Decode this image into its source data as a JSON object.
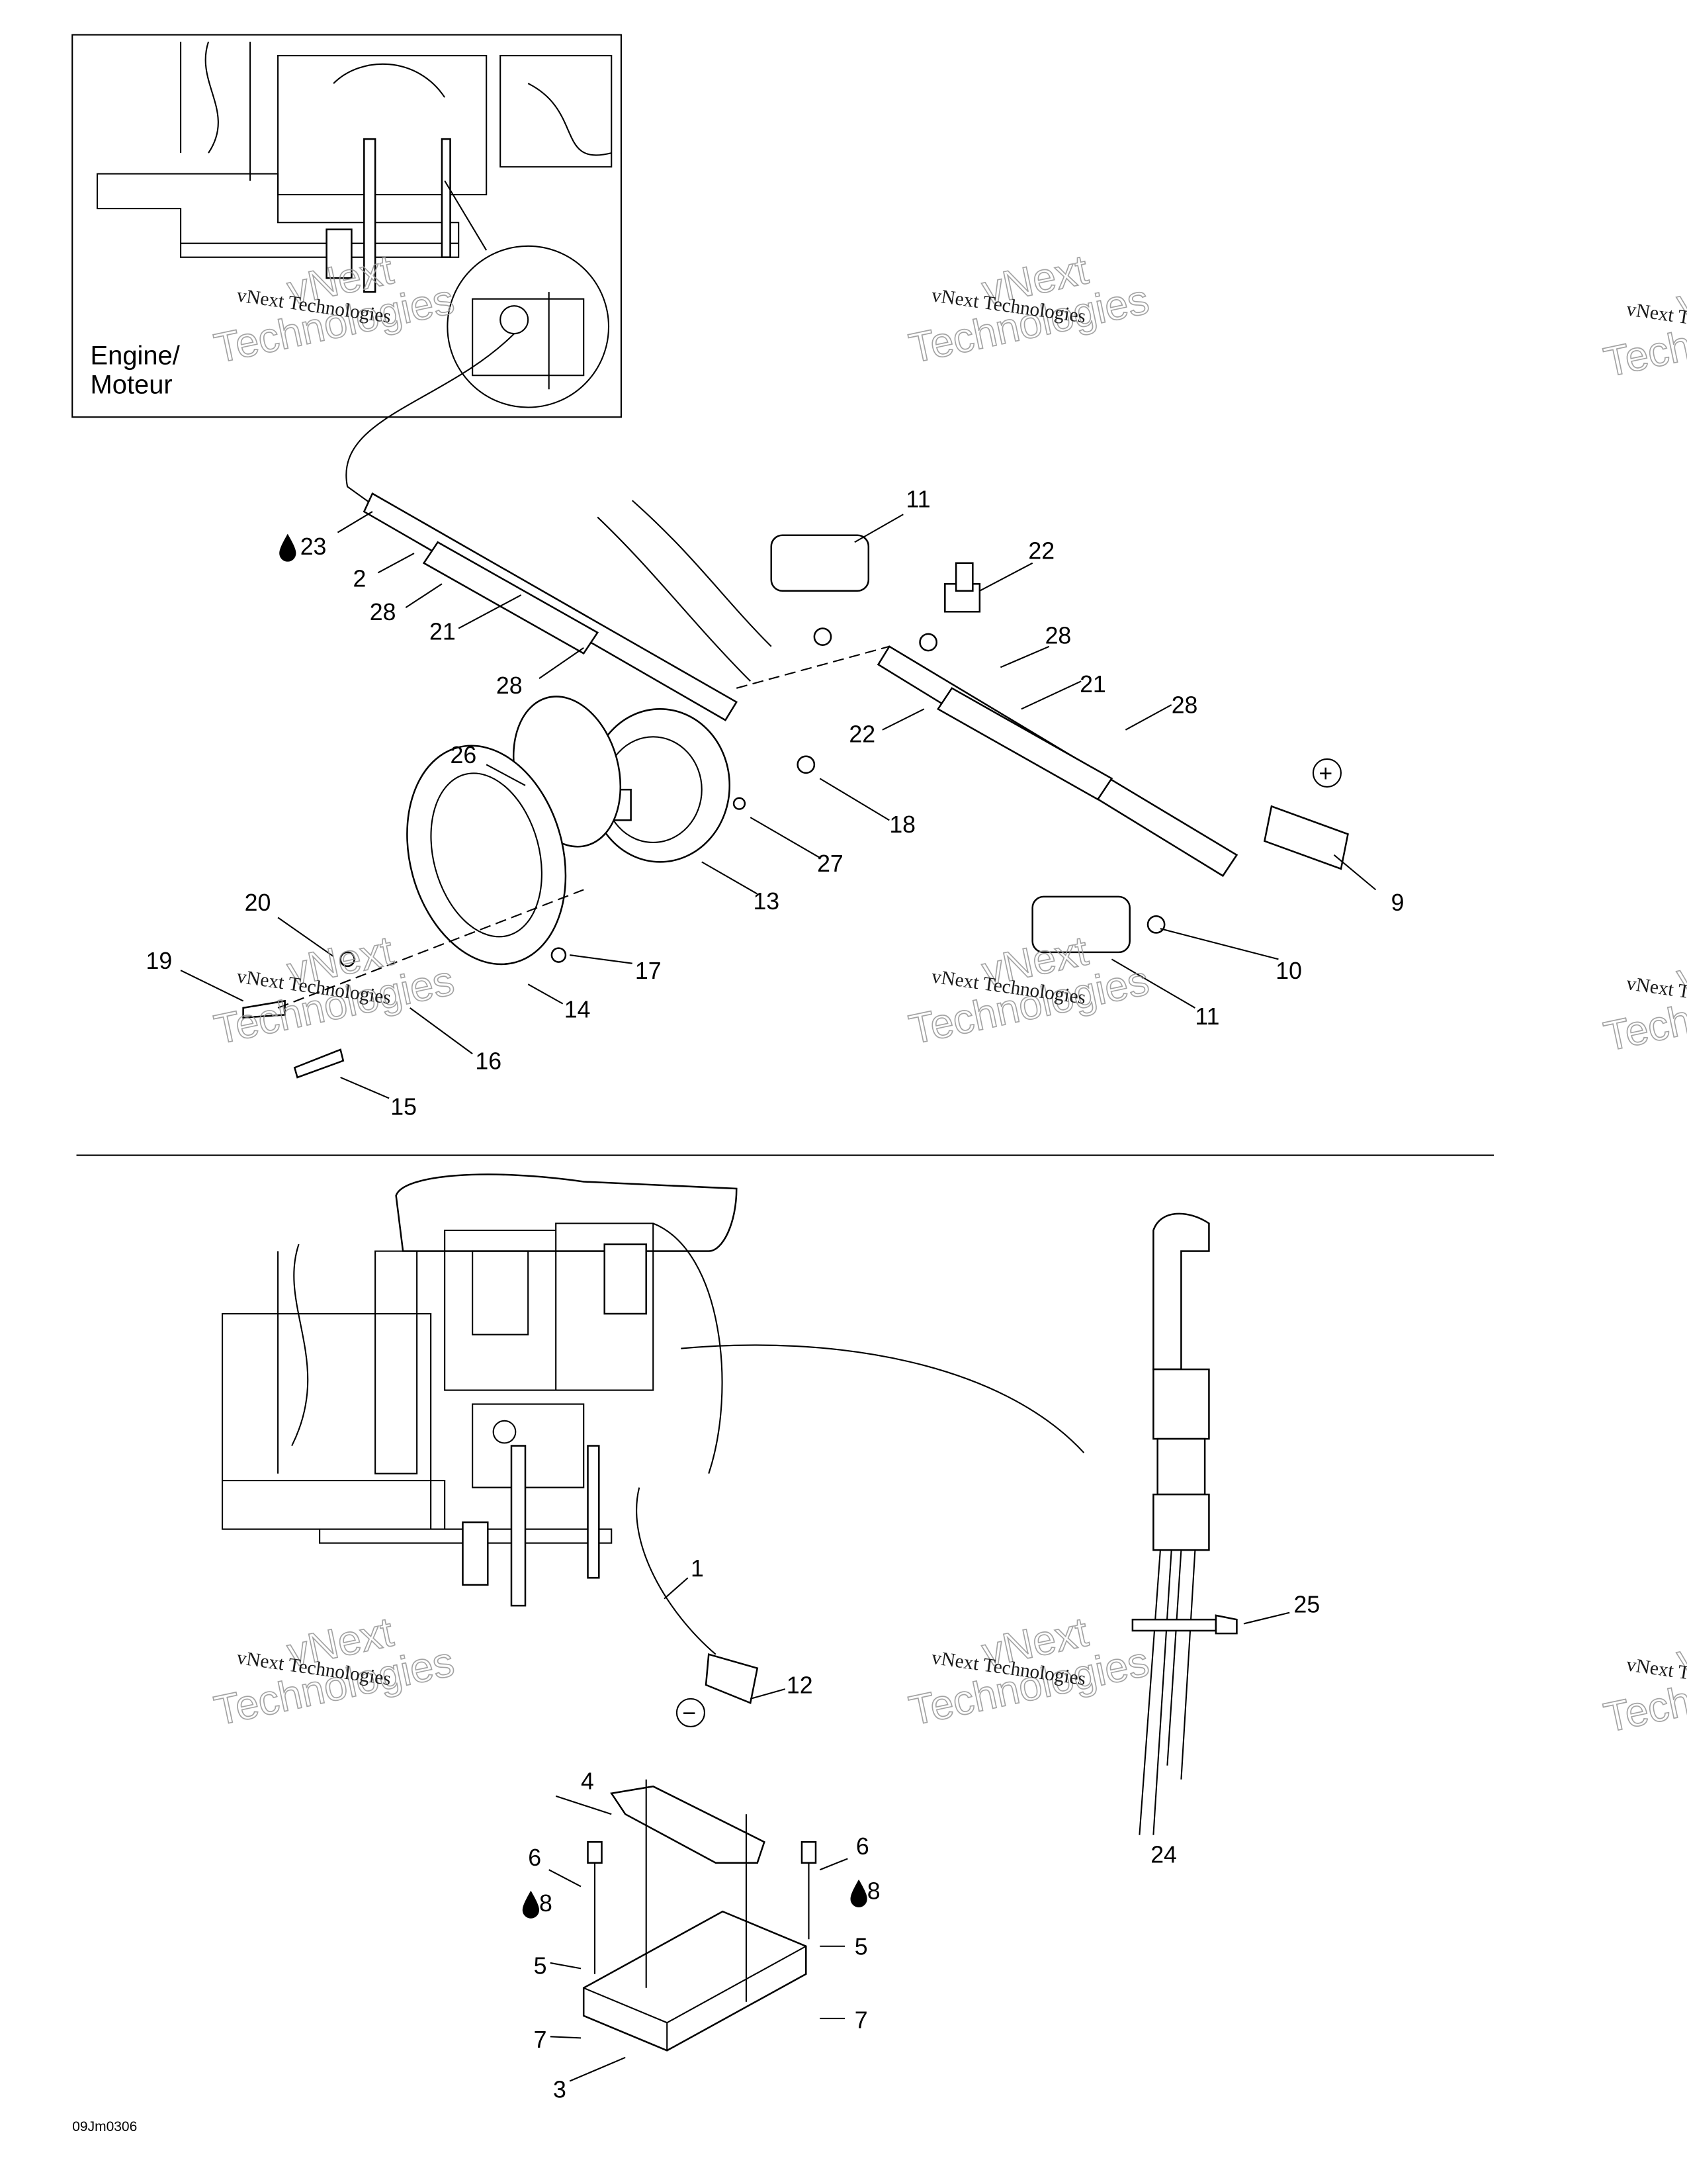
{
  "inset": {
    "label_line1": "Engine/",
    "label_line2": "Moteur"
  },
  "callouts_top": [
    "23",
    "2",
    "28",
    "21",
    "28",
    "11",
    "22",
    "28",
    "21",
    "28",
    "22",
    "26",
    "18",
    "27",
    "13",
    "20",
    "17",
    "19",
    "14",
    "16",
    "15",
    "9",
    "10",
    "11"
  ],
  "callouts_bottom": [
    "1",
    "12",
    "25",
    "24",
    "4",
    "6",
    "8",
    "5",
    "7",
    "3",
    "6",
    "8",
    "5",
    "7"
  ],
  "symbols": {
    "positive": "+",
    "negative": "−"
  },
  "watermark": {
    "line1": "vNext Technologies",
    "line2": "vNext",
    "line3": "Technologies"
  },
  "figure_code": "09Jm0306",
  "icons": {
    "droplet": "loctite-droplet-icon"
  }
}
